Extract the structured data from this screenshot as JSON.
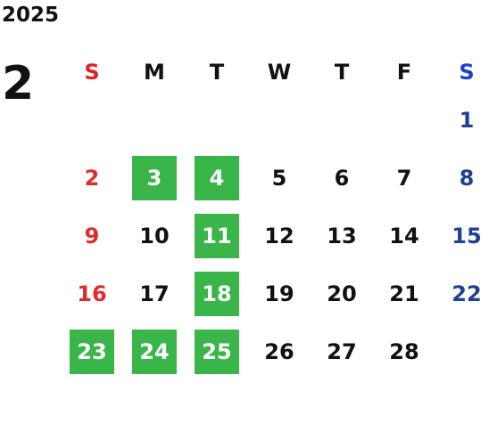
{
  "calendar": {
    "year": "2025",
    "month": "2",
    "weekday_headers": [
      "S",
      "M",
      "T",
      "W",
      "T",
      "F",
      "S"
    ],
    "weeks": [
      [
        "",
        "",
        "",
        "",
        "",
        "",
        "1"
      ],
      [
        "2",
        "3",
        "4",
        "5",
        "6",
        "7",
        "8"
      ],
      [
        "9",
        "10",
        "11",
        "12",
        "13",
        "14",
        "15"
      ],
      [
        "16",
        "17",
        "18",
        "19",
        "20",
        "21",
        "22"
      ],
      [
        "23",
        "24",
        "25",
        "26",
        "27",
        "28",
        ""
      ]
    ],
    "highlighted_days": [
      "3",
      "4",
      "11",
      "18",
      "23",
      "24",
      "25"
    ],
    "colors": {
      "sunday_header": "#e21f26",
      "saturday_header": "#1a3fd6",
      "sunday_day": "#e02b2b",
      "saturday_day": "#1e4196",
      "highlight_bg": "#3ab54a",
      "highlight_text": "#ffffff",
      "default_text": "#111111"
    }
  }
}
